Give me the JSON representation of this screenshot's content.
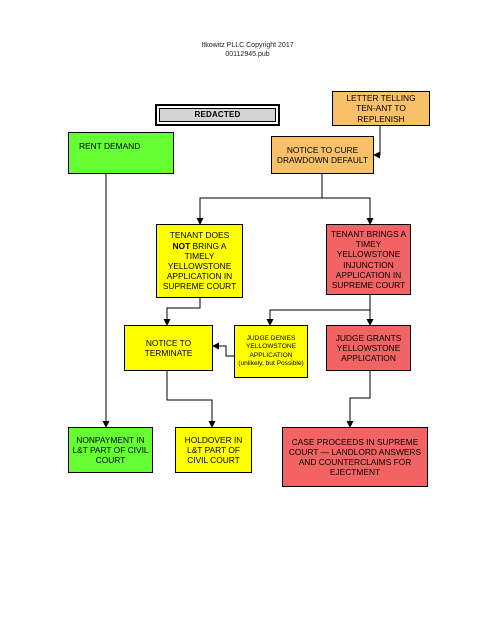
{
  "header": {
    "copyright": "Itkowitz PLLC Copyright 2017",
    "file": "00112945.pub"
  },
  "redacted_label": "REDACTED",
  "boxes": {
    "letter": "LETTER TELLING TEN-ANT TO REPLENISH",
    "rent_demand": "RENT DEMAND",
    "notice_cure": "NOTICE TO CURE DRAWDOWN DEFAULT",
    "tenant_not_pre": "TENANT DOES ",
    "tenant_not_bold": "NOT",
    "tenant_not_post": " BRING A TIMELY YELLOWSTONE APPLICATION IN SUPREME COURT",
    "tenant_brings": "TENANT BRINGS A TIMEY YELLOWSTONE INJUNCTION APPLICATION IN SUPREME COURT",
    "notice_terminate": "NOTICE TO TERMINATE",
    "judge_denies": "JUDGE DENIES YELLOWSTONE APPLICATION (unlikely, but Possible)",
    "judge_grants": "JUDGE GRANTS YELLOWSTONE APPLICATION",
    "nonpayment": "NONPAYMENT IN L&T PART OF CIVIL COURT",
    "holdover": "HOLDOVER IN L&T PART OF CIVIL COURT",
    "case_proceeds": "CASE PROCEEDS IN SUPREME COURT — LANDLORD ANSWERS AND COUNTERCLAIMS FOR EJECTMENT"
  },
  "colors": {
    "yellow": "#ffff00",
    "red": "#f26464",
    "green": "#66ff33",
    "orange": "#f9c06a",
    "grey": "#d4d4d4"
  }
}
